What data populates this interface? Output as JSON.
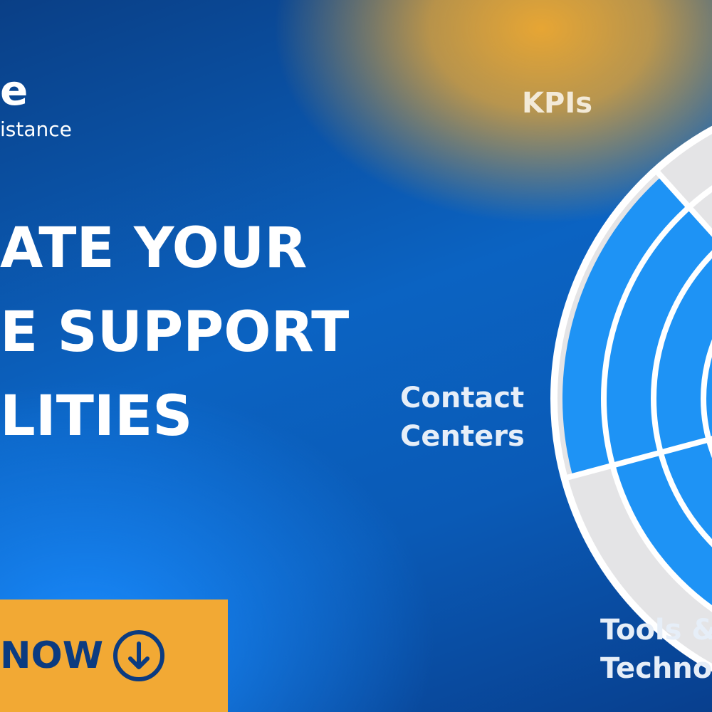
{
  "brand": {
    "name_fragment": "e",
    "tagline_fragment": "istance"
  },
  "headline": {
    "line1": "ATE YOUR",
    "line2": "E SUPPORT",
    "line3": "LITIES"
  },
  "cta": {
    "label": "NOW",
    "icon": "arrow-down-circle-icon"
  },
  "wheel_labels": {
    "kpis": "KPIs",
    "contact_line1": "Contact",
    "contact_line2": "Centers",
    "tools_line1": "Tools &",
    "tools_line2": "Techno"
  },
  "colors": {
    "accent_orange": "#f2a934",
    "segment_blue": "#1e93f5",
    "segment_gray": "#e4e4e6",
    "text_dark_blue": "#0b3b80"
  }
}
